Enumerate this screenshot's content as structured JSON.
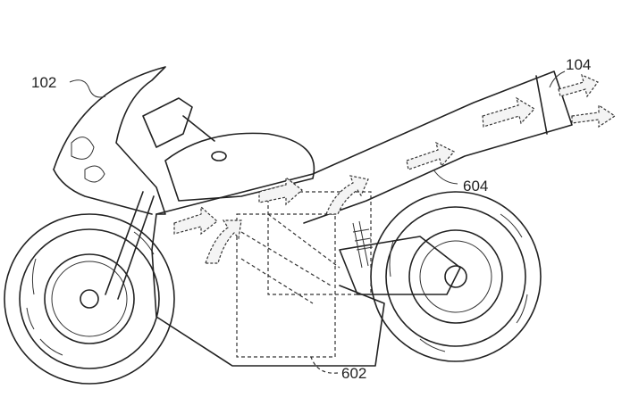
{
  "figure": {
    "labels": {
      "motorcycle": "102",
      "exhaust_outlet": "104",
      "airflow_duct": "604",
      "intake_region": "602"
    }
  }
}
